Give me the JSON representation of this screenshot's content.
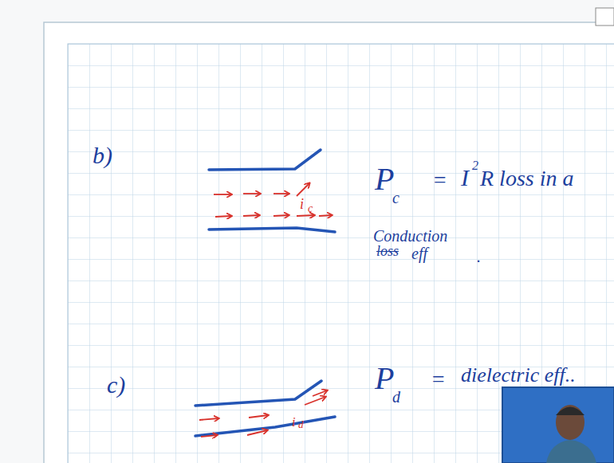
{
  "diagram": {
    "labels": [
      "b)",
      "P",
      "c",
      "=",
      "I",
      "2",
      "R loss in a",
      "i",
      "c",
      "Conduction",
      "loss",
      "eff",
      ".",
      "c)",
      "P",
      "d",
      "=",
      "dielectric eff..",
      "i",
      "d"
    ]
  }
}
